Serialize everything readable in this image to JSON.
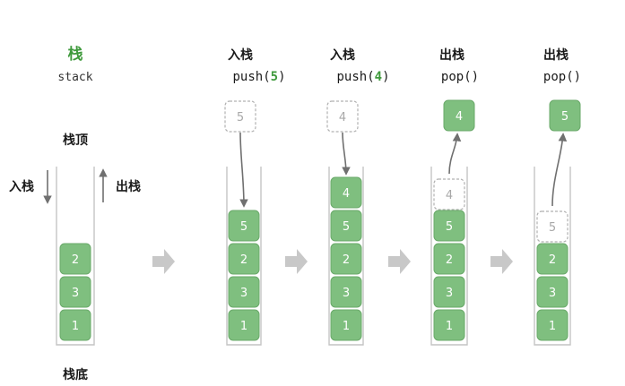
{
  "legend": {
    "title": "栈",
    "subtitle": "stack",
    "top_label": "栈顶",
    "bottom_label": "栈底",
    "push_label": "入栈",
    "pop_label": "出栈",
    "items": [
      "2",
      "3",
      "1"
    ]
  },
  "steps": [
    {
      "op_cn": "入栈",
      "code_prefix": "push(",
      "code_arg": "5",
      "code_suffix": ")",
      "moved_value": "5",
      "items": [
        "5",
        "2",
        "3",
        "1"
      ]
    },
    {
      "op_cn": "入栈",
      "code_prefix": "push(",
      "code_arg": "4",
      "code_suffix": ")",
      "moved_value": "4",
      "items": [
        "4",
        "5",
        "2",
        "3",
        "1"
      ]
    },
    {
      "op_cn": "出栈",
      "code_prefix": "pop",
      "code_arg": "",
      "code_suffix": "()",
      "moved_value": "4",
      "ghost_value": "4",
      "items": [
        "5",
        "2",
        "3",
        "1"
      ]
    },
    {
      "op_cn": "出栈",
      "code_prefix": "pop",
      "code_arg": "",
      "code_suffix": "()",
      "moved_value": "5",
      "ghost_value": "5",
      "items": [
        "2",
        "3",
        "1"
      ]
    }
  ],
  "colors": {
    "box": "#7fbf7f",
    "highlight": "#3f9a3c",
    "ghost_border": "#b0b0b0"
  }
}
